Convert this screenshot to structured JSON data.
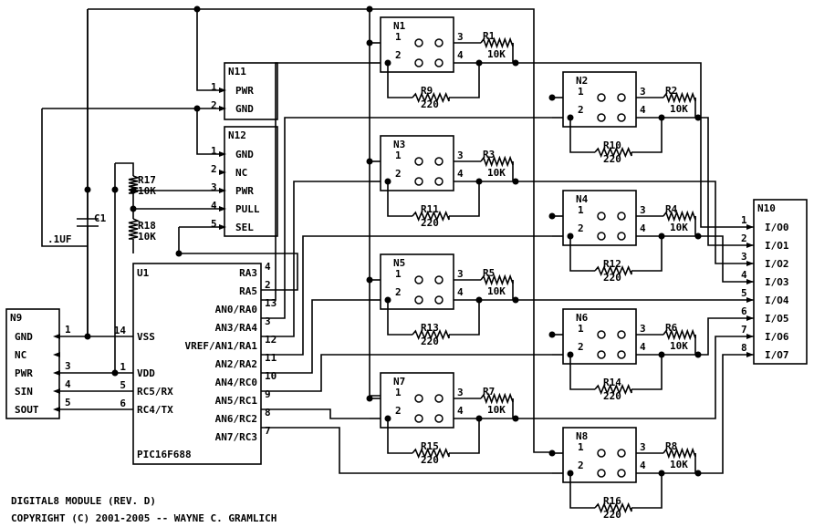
{
  "title": "DIGITAL8 MODULE (REV. D)",
  "copyright": "COPYRIGHT (C) 2001-2005 -- WAYNE C. GRAMLICH",
  "u1": {
    "ref": "U1",
    "part": "PIC16F688",
    "left_pins": [
      {
        "num": "14",
        "name": "VSS"
      },
      {
        "num": "1",
        "name": "VDD"
      },
      {
        "num": "5",
        "name": "RC5/RX"
      },
      {
        "num": "6",
        "name": "RC4/TX"
      }
    ],
    "right_pins": [
      {
        "num": "4",
        "name": "RA3"
      },
      {
        "num": "2",
        "name": "RA5"
      },
      {
        "num": "13",
        "name": "AN0/RA0"
      },
      {
        "num": "3",
        "name": "AN3/RA4"
      },
      {
        "num": "12",
        "name": "VREF/AN1/RA1"
      },
      {
        "num": "11",
        "name": "AN2/RA2"
      },
      {
        "num": "10",
        "name": "AN4/RC0"
      },
      {
        "num": "9",
        "name": "AN5/RC1"
      },
      {
        "num": "8",
        "name": "AN6/RC2"
      },
      {
        "num": "7",
        "name": "AN7/RC3"
      }
    ]
  },
  "n9": {
    "ref": "N9",
    "pins": [
      {
        "num": "1",
        "name": "GND"
      },
      {
        "num": "",
        "name": "NC"
      },
      {
        "num": "3",
        "name": "PWR"
      },
      {
        "num": "4",
        "name": "SIN"
      },
      {
        "num": "5",
        "name": "SOUT"
      }
    ]
  },
  "n11": {
    "ref": "N11",
    "pins": [
      {
        "num": "1",
        "name": "PWR"
      },
      {
        "num": "2",
        "name": "GND"
      }
    ]
  },
  "n12": {
    "ref": "N12",
    "pins": [
      {
        "num": "1",
        "name": "GND"
      },
      {
        "num": "2",
        "name": "NC"
      },
      {
        "num": "3",
        "name": "PWR"
      },
      {
        "num": "4",
        "name": "PULL"
      },
      {
        "num": "5",
        "name": "SEL"
      }
    ]
  },
  "n10": {
    "ref": "N10",
    "pins": [
      {
        "num": "1",
        "name": "I/O0"
      },
      {
        "num": "2",
        "name": "I/O1"
      },
      {
        "num": "3",
        "name": "I/O2"
      },
      {
        "num": "4",
        "name": "I/O3"
      },
      {
        "num": "5",
        "name": "I/O4"
      },
      {
        "num": "6",
        "name": "I/O5"
      },
      {
        "num": "7",
        "name": "I/O6"
      },
      {
        "num": "8",
        "name": "I/O7"
      }
    ]
  },
  "c1": {
    "ref": "C1",
    "value": ".1UF"
  },
  "r17": {
    "ref": "R17",
    "value": "10K"
  },
  "r18": {
    "ref": "R18",
    "value": "10K"
  },
  "jumpers": [
    {
      "ref": "N1",
      "pin_a": "1",
      "pin_b": "2",
      "pin_c": "3",
      "pin_d": "4",
      "r_series": "R1",
      "r_series_val": "10K",
      "r_pull": "R9",
      "r_pull_val": "220"
    },
    {
      "ref": "N2",
      "pin_a": "1",
      "pin_b": "2",
      "pin_c": "3",
      "pin_d": "4",
      "r_series": "R2",
      "r_series_val": "10K",
      "r_pull": "R10",
      "r_pull_val": "220"
    },
    {
      "ref": "N3",
      "pin_a": "1",
      "pin_b": "2",
      "pin_c": "3",
      "pin_d": "4",
      "r_series": "R3",
      "r_series_val": "10K",
      "r_pull": "R11",
      "r_pull_val": "220"
    },
    {
      "ref": "N4",
      "pin_a": "1",
      "pin_b": "2",
      "pin_c": "3",
      "pin_d": "4",
      "r_series": "R4",
      "r_series_val": "10K",
      "r_pull": "R12",
      "r_pull_val": "220"
    },
    {
      "ref": "N5",
      "pin_a": "1",
      "pin_b": "2",
      "pin_c": "3",
      "pin_d": "4",
      "r_series": "R5",
      "r_series_val": "10K",
      "r_pull": "R13",
      "r_pull_val": "220"
    },
    {
      "ref": "N6",
      "pin_a": "1",
      "pin_b": "2",
      "pin_c": "3",
      "pin_d": "4",
      "r_series": "R6",
      "r_series_val": "10K",
      "r_pull": "R14",
      "r_pull_val": "220"
    },
    {
      "ref": "N7",
      "pin_a": "1",
      "pin_b": "2",
      "pin_c": "3",
      "pin_d": "4",
      "r_series": "R7",
      "r_series_val": "10K",
      "r_pull": "R15",
      "r_pull_val": "220"
    },
    {
      "ref": "N8",
      "pin_a": "1",
      "pin_b": "2",
      "pin_c": "3",
      "pin_d": "4",
      "r_series": "R8",
      "r_series_val": "10K",
      "r_pull": "R16",
      "r_pull_val": "220"
    }
  ]
}
